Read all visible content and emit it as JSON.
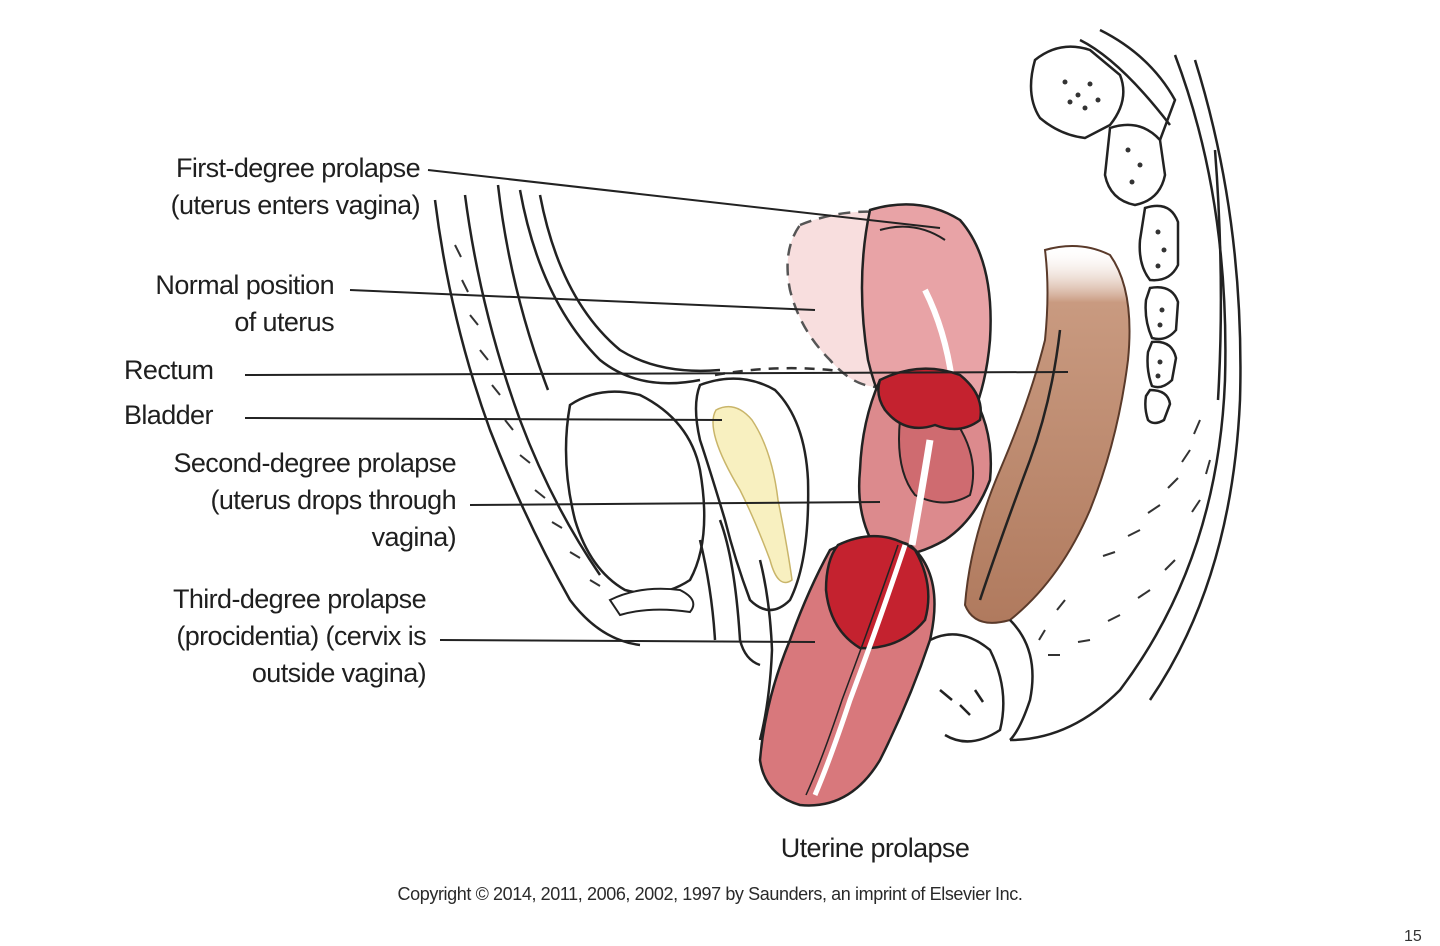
{
  "labels": {
    "first_degree": [
      "First-degree prolapse",
      "(uterus enters vagina)"
    ],
    "normal_position": [
      "Normal position",
      "of uterus"
    ],
    "rectum": "Rectum",
    "bladder": "Bladder",
    "second_degree": [
      "Second-degree prolapse",
      "(uterus drops through",
      "vagina)"
    ],
    "third_degree": [
      "Third-degree prolapse",
      "(procidentia) (cervix is",
      "outside vagina)"
    ]
  },
  "caption": "Uterine prolapse",
  "copyright": "Copyright © 2014, 2011, 2006, 2002, 1997 by Saunders, an imprint of Elsevier Inc.",
  "page_number": "15",
  "colors": {
    "uterus_light": "#e8a3a6",
    "uterus_mid": "#d8787c",
    "uterus_dark": "#c4222f",
    "normal_position": "#f8dede",
    "rectum": "#b98468",
    "bladder_contents": "#f8f0c0",
    "outline": "#222222"
  }
}
